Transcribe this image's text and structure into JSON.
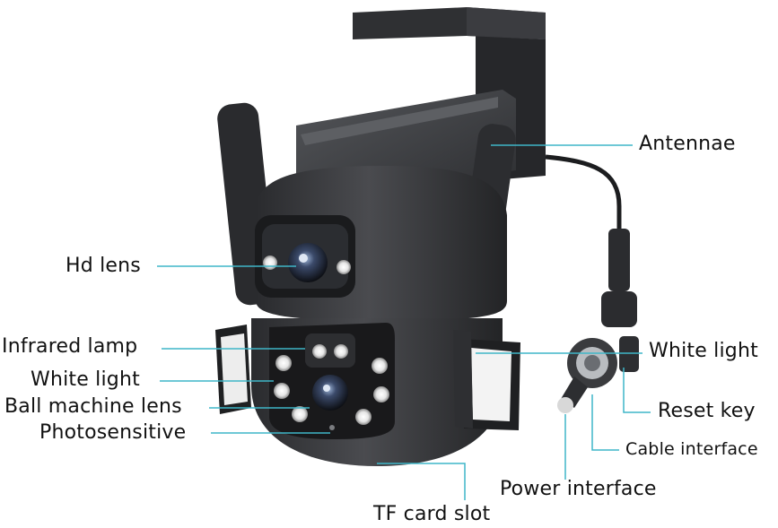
{
  "labels": {
    "antennae": "Antennae",
    "hd_lens": "Hd lens",
    "infrared_lamp": "Infrared lamp",
    "white_light_left": "White light",
    "ball_machine_lens": "Ball machine lens",
    "photosensitive": "Photosensitive",
    "tf_card_slot": "TF card slot",
    "white_light_right": "White light",
    "reset_key": "Reset key",
    "cable_interface": "Cable interface",
    "power_interface": "Power interface"
  },
  "colors": {
    "leader_line": "#3fb6c8",
    "camera_body": "#3a3b3e",
    "background": "#ffffff"
  }
}
